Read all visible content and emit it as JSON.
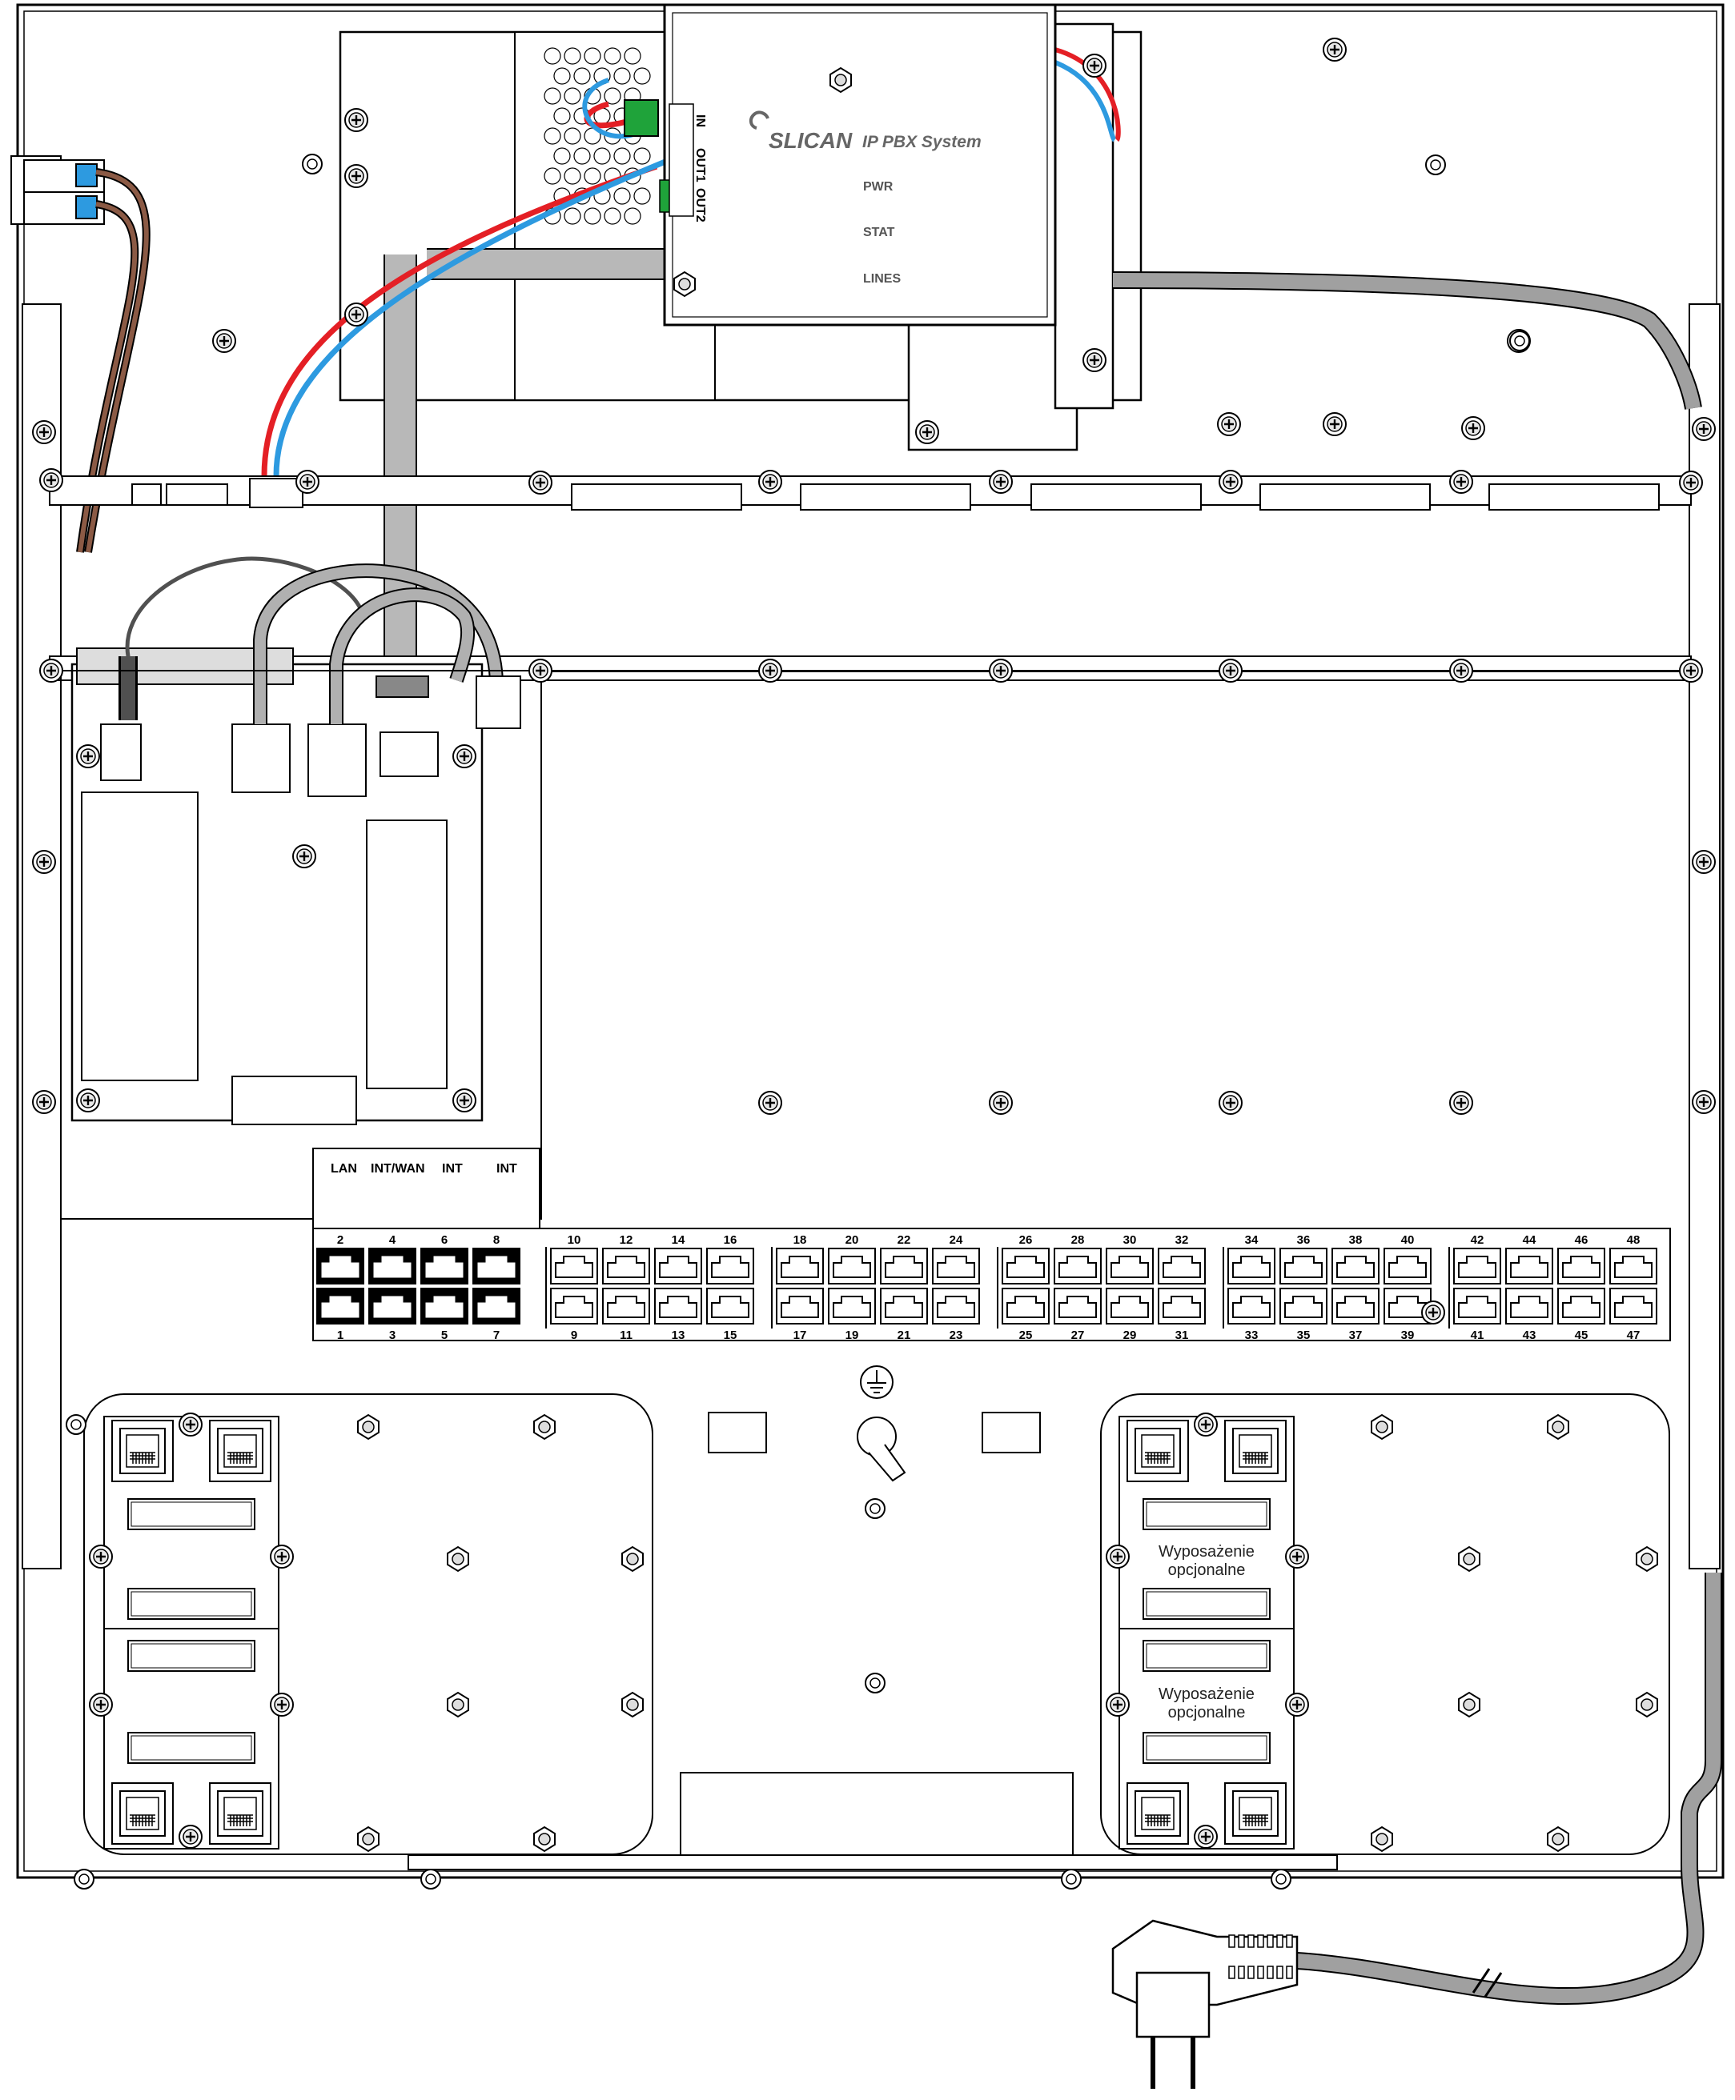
{
  "psu": {
    "brand": "SLICAN",
    "system": "IP PBX System",
    "leds": [
      "PWR",
      "STAT",
      "LINES"
    ],
    "terminals": [
      "IN",
      "OUT1",
      "OUT2"
    ]
  },
  "cpu_ports": [
    "LAN",
    "INT/WAN",
    "INT",
    "INT"
  ],
  "switch": {
    "top_numbers": [
      "2",
      "4",
      "6",
      "8",
      "10",
      "12",
      "14",
      "16",
      "18",
      "20",
      "22",
      "24",
      "26",
      "28",
      "30",
      "32",
      "34",
      "36",
      "38",
      "40",
      "42",
      "44",
      "46",
      "48"
    ],
    "bottom_numbers": [
      "1",
      "3",
      "5",
      "7",
      "9",
      "11",
      "13",
      "15",
      "17",
      "19",
      "21",
      "23",
      "25",
      "27",
      "29",
      "31",
      "33",
      "35",
      "37",
      "39",
      "41",
      "43",
      "45",
      "47"
    ]
  },
  "optional_label": [
    "Wyposażenie",
    "opcjonalne"
  ],
  "colors": {
    "outline": "#000000",
    "cable_grey": "#a0a0a0",
    "cable_brown": "#8b5a45",
    "wire_red": "#e41f25",
    "wire_blue": "#2d9ae0",
    "terminal_green": "#1fa33a",
    "background": "#ffffff"
  },
  "icons": [
    "ground-symbol-icon",
    "screw-icon",
    "rj45-socket-icon",
    "power-plug-icon"
  ]
}
